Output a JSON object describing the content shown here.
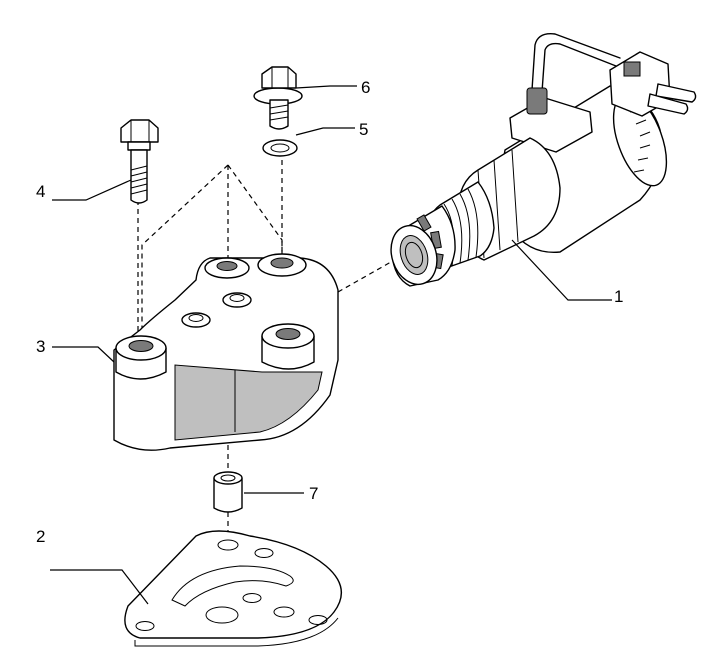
{
  "callouts": [
    {
      "id": "solenoid",
      "number": "1"
    },
    {
      "id": "gasket",
      "number": "2"
    },
    {
      "id": "valve-body",
      "number": "3"
    },
    {
      "id": "long-bolt",
      "number": "4"
    },
    {
      "id": "washer",
      "number": "5"
    },
    {
      "id": "short-bolt",
      "number": "6"
    },
    {
      "id": "dowel-sleeve",
      "number": "7"
    }
  ]
}
